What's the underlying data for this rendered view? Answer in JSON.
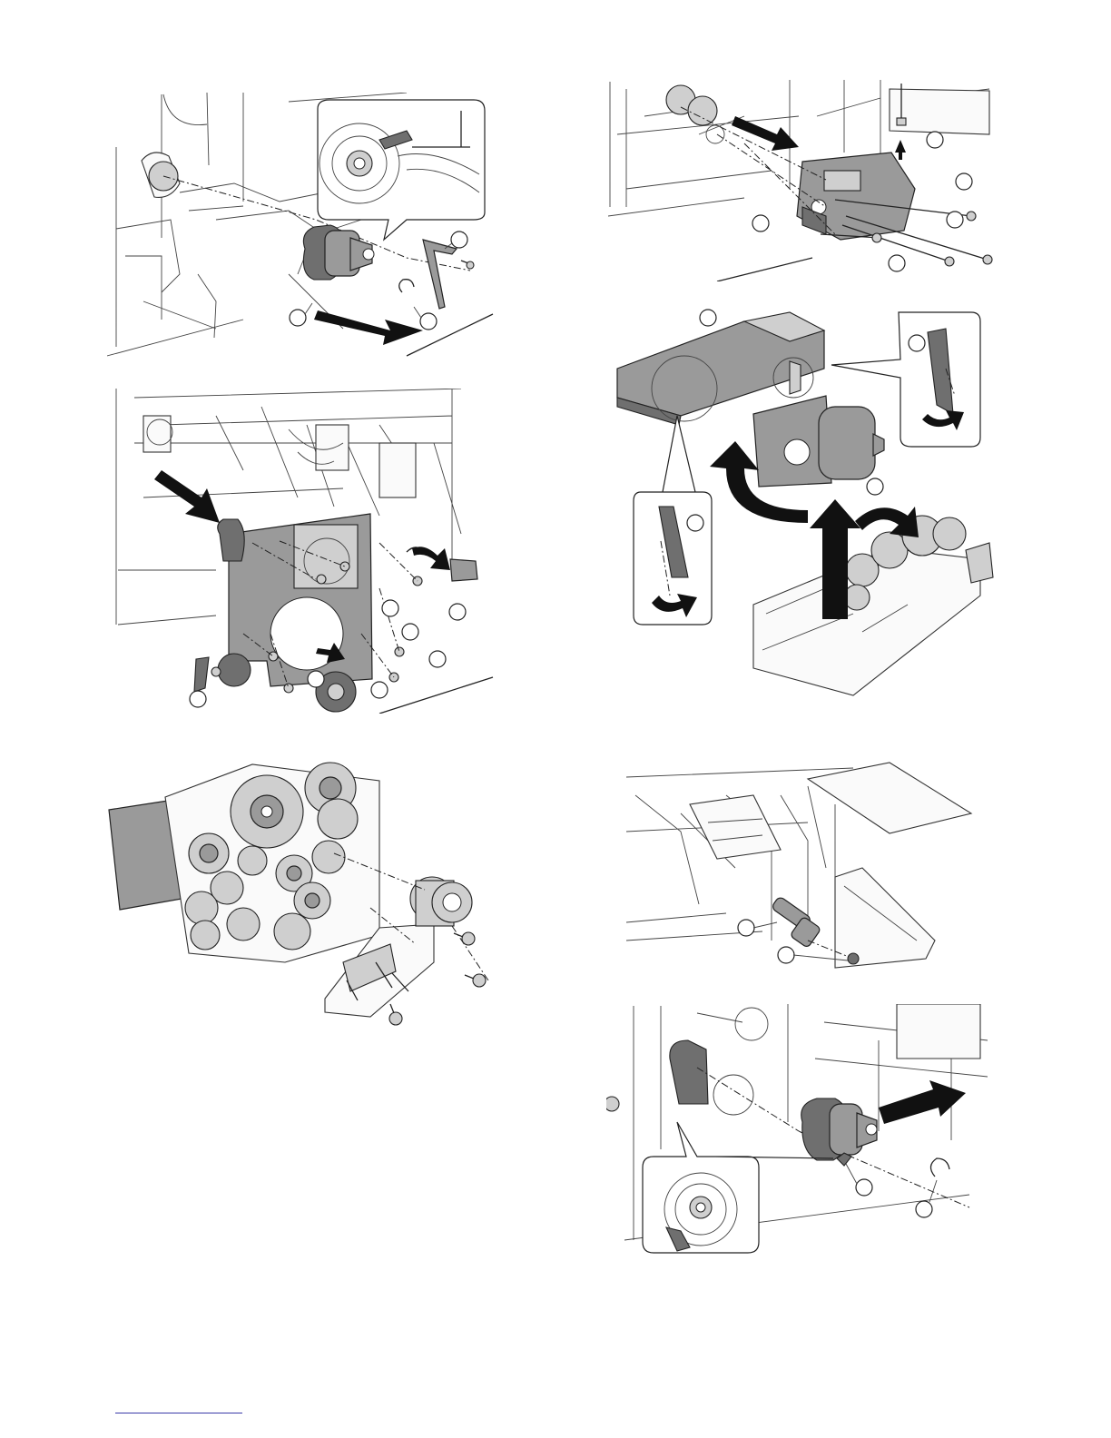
{
  "page": {
    "background": "#ffffff",
    "link_rule_color": "#3a3aa8"
  },
  "figures": [
    {
      "id": "fig-1",
      "description_name": "clutch-removal-left-top",
      "callout_count": 3
    },
    {
      "id": "fig-2",
      "description_name": "drive-plate-removal",
      "callout_count": 7
    },
    {
      "id": "fig-3",
      "description_name": "gear-plate-exploded",
      "callout_count": 0
    },
    {
      "id": "fig-4",
      "description_name": "motor-unit-removal",
      "callout_count": 5
    },
    {
      "id": "fig-5",
      "description_name": "motor-unit-disassembly",
      "callout_count": 4
    },
    {
      "id": "fig-6",
      "description_name": "shaft-part-removal",
      "callout_count": 2
    },
    {
      "id": "fig-7",
      "description_name": "clutch-removal-right-bottom",
      "callout_count": 2
    }
  ]
}
